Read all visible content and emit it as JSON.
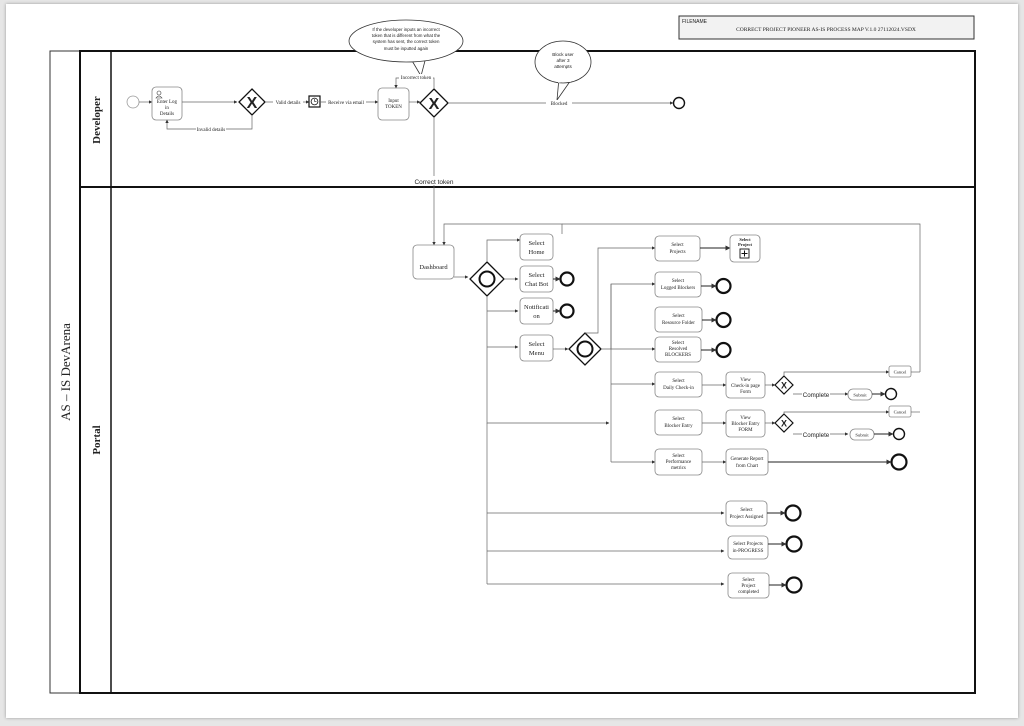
{
  "header": {
    "filename_label": "FILENAME",
    "filename": "CORRECT PROJECT PIONEER AS-IS PROCESS MAP V.1.0 27112024.VSDX"
  },
  "pool": {
    "title": "AS – IS DevArena"
  },
  "lanes": {
    "developer": "Developer",
    "portal": "Portal"
  },
  "callouts": {
    "incorrect_token_note": [
      "If the developer inputs an incorrect",
      "token that is different from what the",
      "system has sent, the correct token",
      "must be inputted again"
    ],
    "block_note": [
      "Block user",
      "after 3",
      "attempts"
    ]
  },
  "developer": {
    "enter_log": [
      "Enter Log",
      "in",
      "Details"
    ],
    "input_token": [
      "Input",
      "TOKEN"
    ],
    "valid_details": "Valid details",
    "invalid_details": "Invalid details",
    "receive_email": "Receive via email",
    "incorrect_token": "Incorrect token",
    "blocked": "Blocked",
    "correct_token": "Correct token"
  },
  "portal": {
    "dashboard": "Dashboard",
    "select_home": [
      "Select",
      "Home"
    ],
    "select_chat_bot": [
      "Select",
      "Chat Bot"
    ],
    "notification": [
      "Notificati",
      "on"
    ],
    "select_menu": [
      "Select",
      "Menu"
    ],
    "select_projects": [
      "Select",
      "Projects"
    ],
    "select_project_module": [
      "Select",
      "Project"
    ],
    "select_logged_blockers": [
      "Select",
      "Logged    Blockers"
    ],
    "select_resource_folder": [
      "Select",
      "Resource Folder"
    ],
    "select_resolved_blockers": [
      "Select",
      "Resolved",
      "BLOCKERS"
    ],
    "select_daily_checkin": [
      "Select",
      "Daily Check-in"
    ],
    "view_checkin_form": [
      "View",
      "Check-in page",
      "Form"
    ],
    "select_blocker_entry": [
      "Select",
      "Blocker Entry"
    ],
    "view_blocker_form": [
      "View",
      "Blocker Entry",
      "FORM"
    ],
    "select_performance": [
      "Select",
      "Performance",
      "metrics"
    ],
    "generate_report": [
      "Generate Report",
      "from Chart"
    ],
    "cancel": "Cancel",
    "complete": "Complete",
    "submit": "Submit",
    "select_project_assigned": [
      "Select",
      "Project Assigned"
    ],
    "select_projects_in_progress": [
      "Select Projects",
      "in-PROGRESS"
    ],
    "select_project_completed": [
      "Select",
      "Project",
      "completed"
    ]
  }
}
